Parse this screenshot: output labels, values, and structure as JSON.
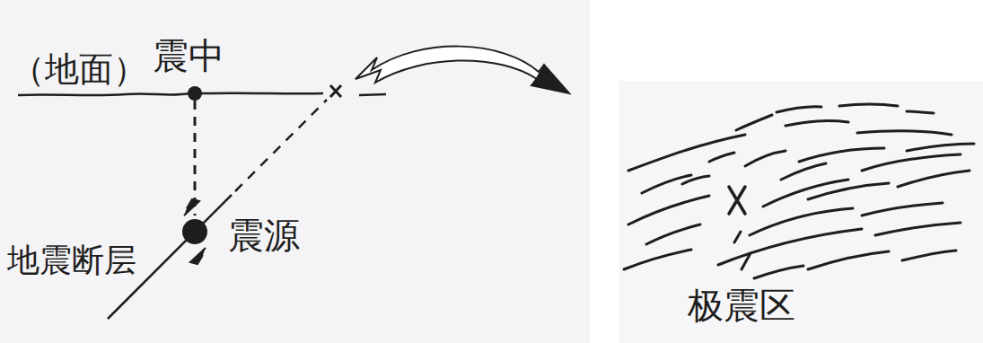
{
  "diagram": {
    "nodes": [
      {
        "text": [
          "极震区"
        ]
      }
    ],
    "labels": [
      "（地面）",
      "震中",
      "地震断层",
      "震源"
    ]
  }
}
